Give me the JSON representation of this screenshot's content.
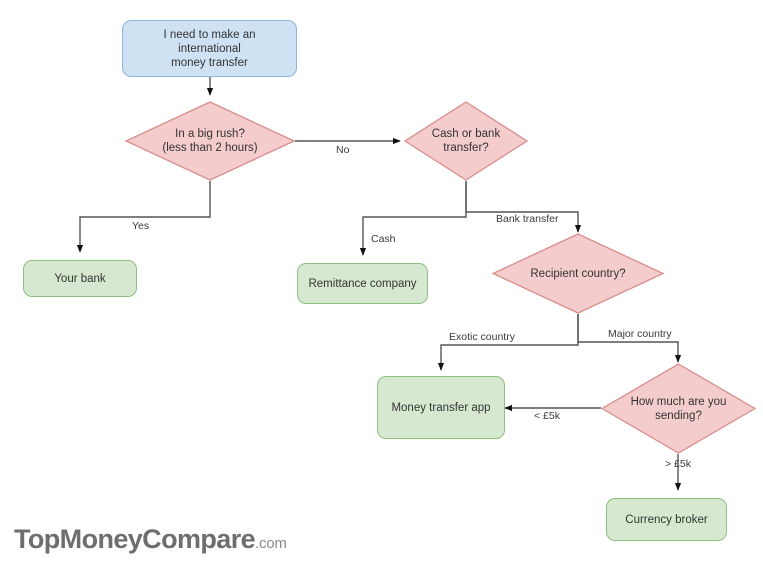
{
  "diagram": {
    "title": "International money transfer decision flowchart",
    "colors": {
      "start_fill": "#cfe2f3",
      "start_stroke": "#8fb4d9",
      "decision_fill": "#f4cccc",
      "decision_stroke": "#d98c8c",
      "result_fill": "#d6e9d0",
      "result_stroke": "#8dc07e",
      "connector": "#555555",
      "text": "#333333",
      "logo": "#6e6e6e"
    },
    "nodes": [
      {
        "id": "start",
        "type": "start",
        "label": "I need to make an international money transfer"
      },
      {
        "id": "rush",
        "type": "decision",
        "label": "In a big rush?\n(less than 2 hours)"
      },
      {
        "id": "method",
        "type": "decision",
        "label": "Cash or bank transfer?"
      },
      {
        "id": "yourbank",
        "type": "result",
        "label": "Your bank"
      },
      {
        "id": "remittance",
        "type": "result",
        "label": "Remittance company"
      },
      {
        "id": "country",
        "type": "decision",
        "label": "Recipient country?"
      },
      {
        "id": "app",
        "type": "result",
        "label": "Money transfer app"
      },
      {
        "id": "amount",
        "type": "decision",
        "label": "How much are you sending?"
      },
      {
        "id": "broker",
        "type": "result",
        "label": "Currency broker"
      }
    ],
    "node_labels": {
      "start": "I need to make an international money transfer",
      "start_line1": "I need to make an international",
      "start_line2": "money transfer",
      "rush_line1": "In a big rush?",
      "rush_line2": "(less than 2 hours)",
      "method_line1": "Cash or bank",
      "method_line2": "transfer?",
      "yourbank": "Your bank",
      "remittance": "Remittance company",
      "country": "Recipient country?",
      "app": "Money transfer app",
      "amount_line1": "How much are you",
      "amount_line2": "sending?",
      "broker": "Currency broker"
    },
    "edges": [
      {
        "id": "start-rush",
        "from": "start",
        "to": "rush",
        "label": ""
      },
      {
        "id": "rush-method",
        "from": "rush",
        "to": "method",
        "label": "No"
      },
      {
        "id": "rush-yourbank",
        "from": "rush",
        "to": "yourbank",
        "label": "Yes"
      },
      {
        "id": "method-remittance",
        "from": "method",
        "to": "remittance",
        "label": "Cash"
      },
      {
        "id": "method-country",
        "from": "method",
        "to": "country",
        "label": "Bank transfer"
      },
      {
        "id": "country-app",
        "from": "country",
        "to": "app",
        "label": "Exotic country"
      },
      {
        "id": "country-amount",
        "from": "country",
        "to": "amount",
        "label": "Major country"
      },
      {
        "id": "amount-app",
        "from": "amount",
        "to": "app",
        "label": "< £5k"
      },
      {
        "id": "amount-broker",
        "from": "amount",
        "to": "broker",
        "label": "> £5k"
      }
    ],
    "edge_labels": {
      "no": "No",
      "yes": "Yes",
      "cash": "Cash",
      "bank_transfer": "Bank transfer",
      "exotic_country": "Exotic country",
      "major_country": "Major country",
      "under_5k": "< £5k",
      "over_5k": "> £5k"
    }
  },
  "branding": {
    "logo_main": "TopMoneyCompare",
    "logo_tld": ".com"
  }
}
